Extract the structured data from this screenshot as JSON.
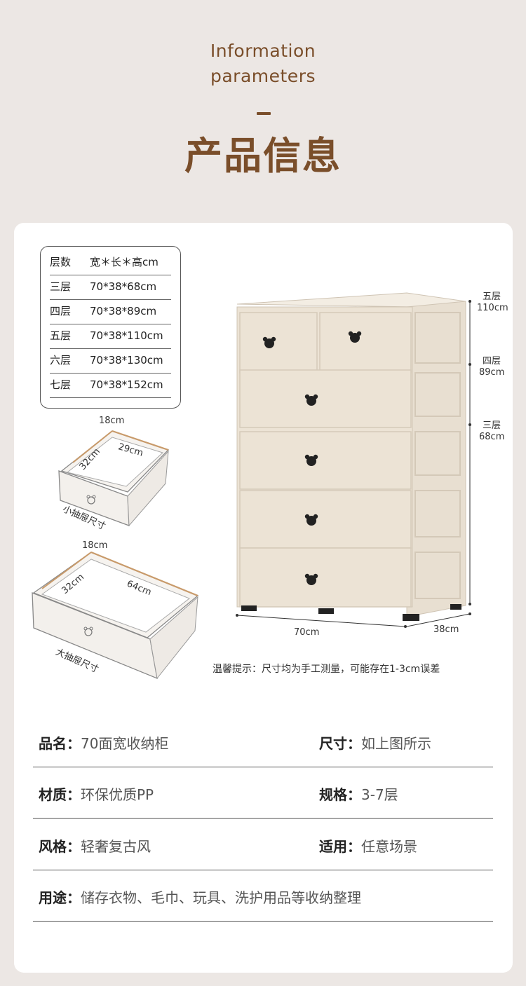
{
  "header": {
    "title_en_line1": "Information",
    "title_en_line2": "parameters",
    "title_cn": "产品信息"
  },
  "size_table": {
    "headers": [
      "层数",
      "宽＊长＊高cm"
    ],
    "rows": [
      [
        "三层",
        "70*38*68cm"
      ],
      [
        "四层",
        "70*38*89cm"
      ],
      [
        "五层",
        "70*38*110cm"
      ],
      [
        "六层",
        "70*38*130cm"
      ],
      [
        "七层",
        "70*38*152cm"
      ]
    ]
  },
  "small_drawer": {
    "width": "18cm",
    "depth": "29cm",
    "height": "32cm",
    "caption": "小抽屉尺寸"
  },
  "large_drawer": {
    "width": "18cm",
    "depth": "64cm",
    "height": "32cm",
    "caption": "大抽屉尺寸"
  },
  "cabinet_dims": {
    "width": "70cm",
    "depth": "38cm",
    "height_5_label": "五层",
    "height_5_value": "110cm",
    "height_4_label": "四层",
    "height_4_value": "89cm",
    "height_3_label": "三层",
    "height_3_value": "68cm"
  },
  "note": "温馨提示：尺寸均为手工测量，可能存在1-3cm误差",
  "specs": {
    "name_label": "品名：",
    "name_value": "70面宽收纳柜",
    "size_label": "尺寸：",
    "size_value": "如上图所示",
    "material_label": "材质：",
    "material_value": "环保优质PP",
    "spec_label": "规格：",
    "spec_value": "3-7层",
    "style_label": "风格：",
    "style_value": "轻奢复古风",
    "apply_label": "适用：",
    "apply_value": "任意场景",
    "usage_label": "用途：",
    "usage_value": "储存衣物、毛巾、玩具、洗护用品等收纳整理"
  },
  "colors": {
    "brown": "#7a4e2a",
    "cabinet": "#ece3d5",
    "cabinet_shadow": "#ddd2c2",
    "accent_line": "#c89a6a",
    "background": "#ece7e4"
  }
}
